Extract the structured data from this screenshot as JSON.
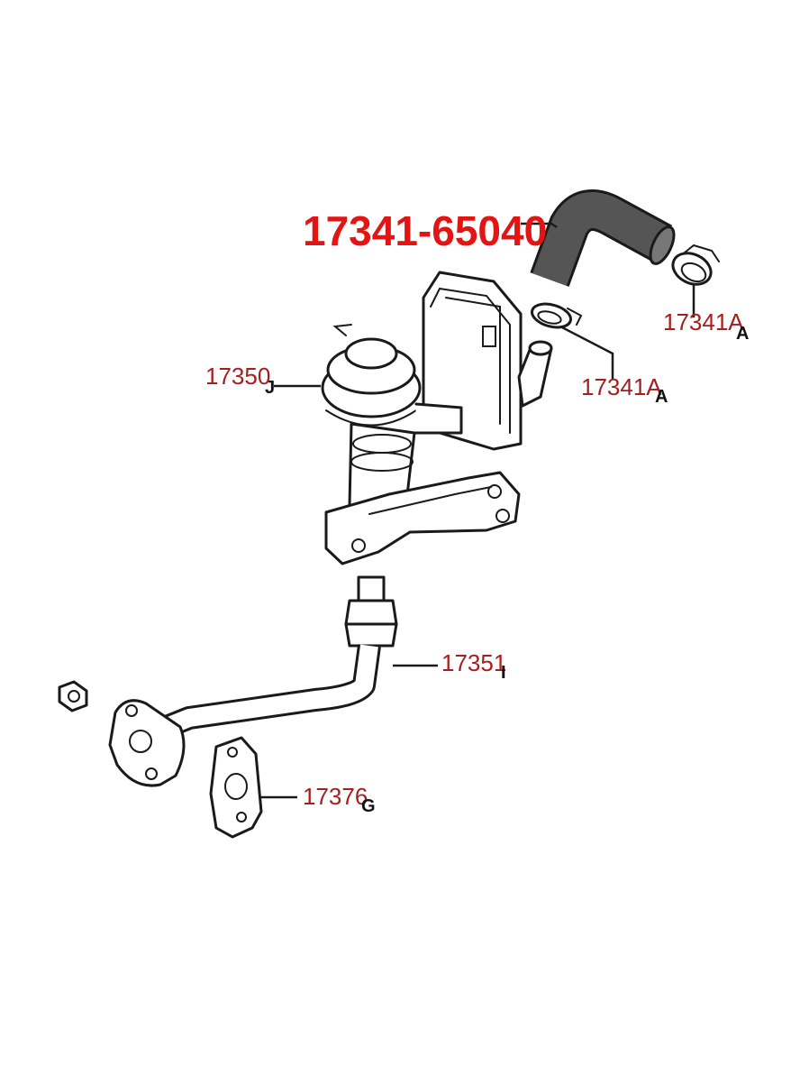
{
  "highlight_color": "#e21414",
  "label_color": "#a81d1d",
  "parts": {
    "main_part_number": "17341-65040",
    "clamp_upper": {
      "number": "17341A",
      "suffix": "A"
    },
    "clamp_lower": {
      "number": "17341A",
      "suffix": "A"
    },
    "valve": {
      "number": "17350",
      "suffix": "J"
    },
    "pipe": {
      "number": "17351",
      "suffix": "I"
    },
    "gasket": {
      "number": "17376",
      "suffix": "G"
    }
  }
}
